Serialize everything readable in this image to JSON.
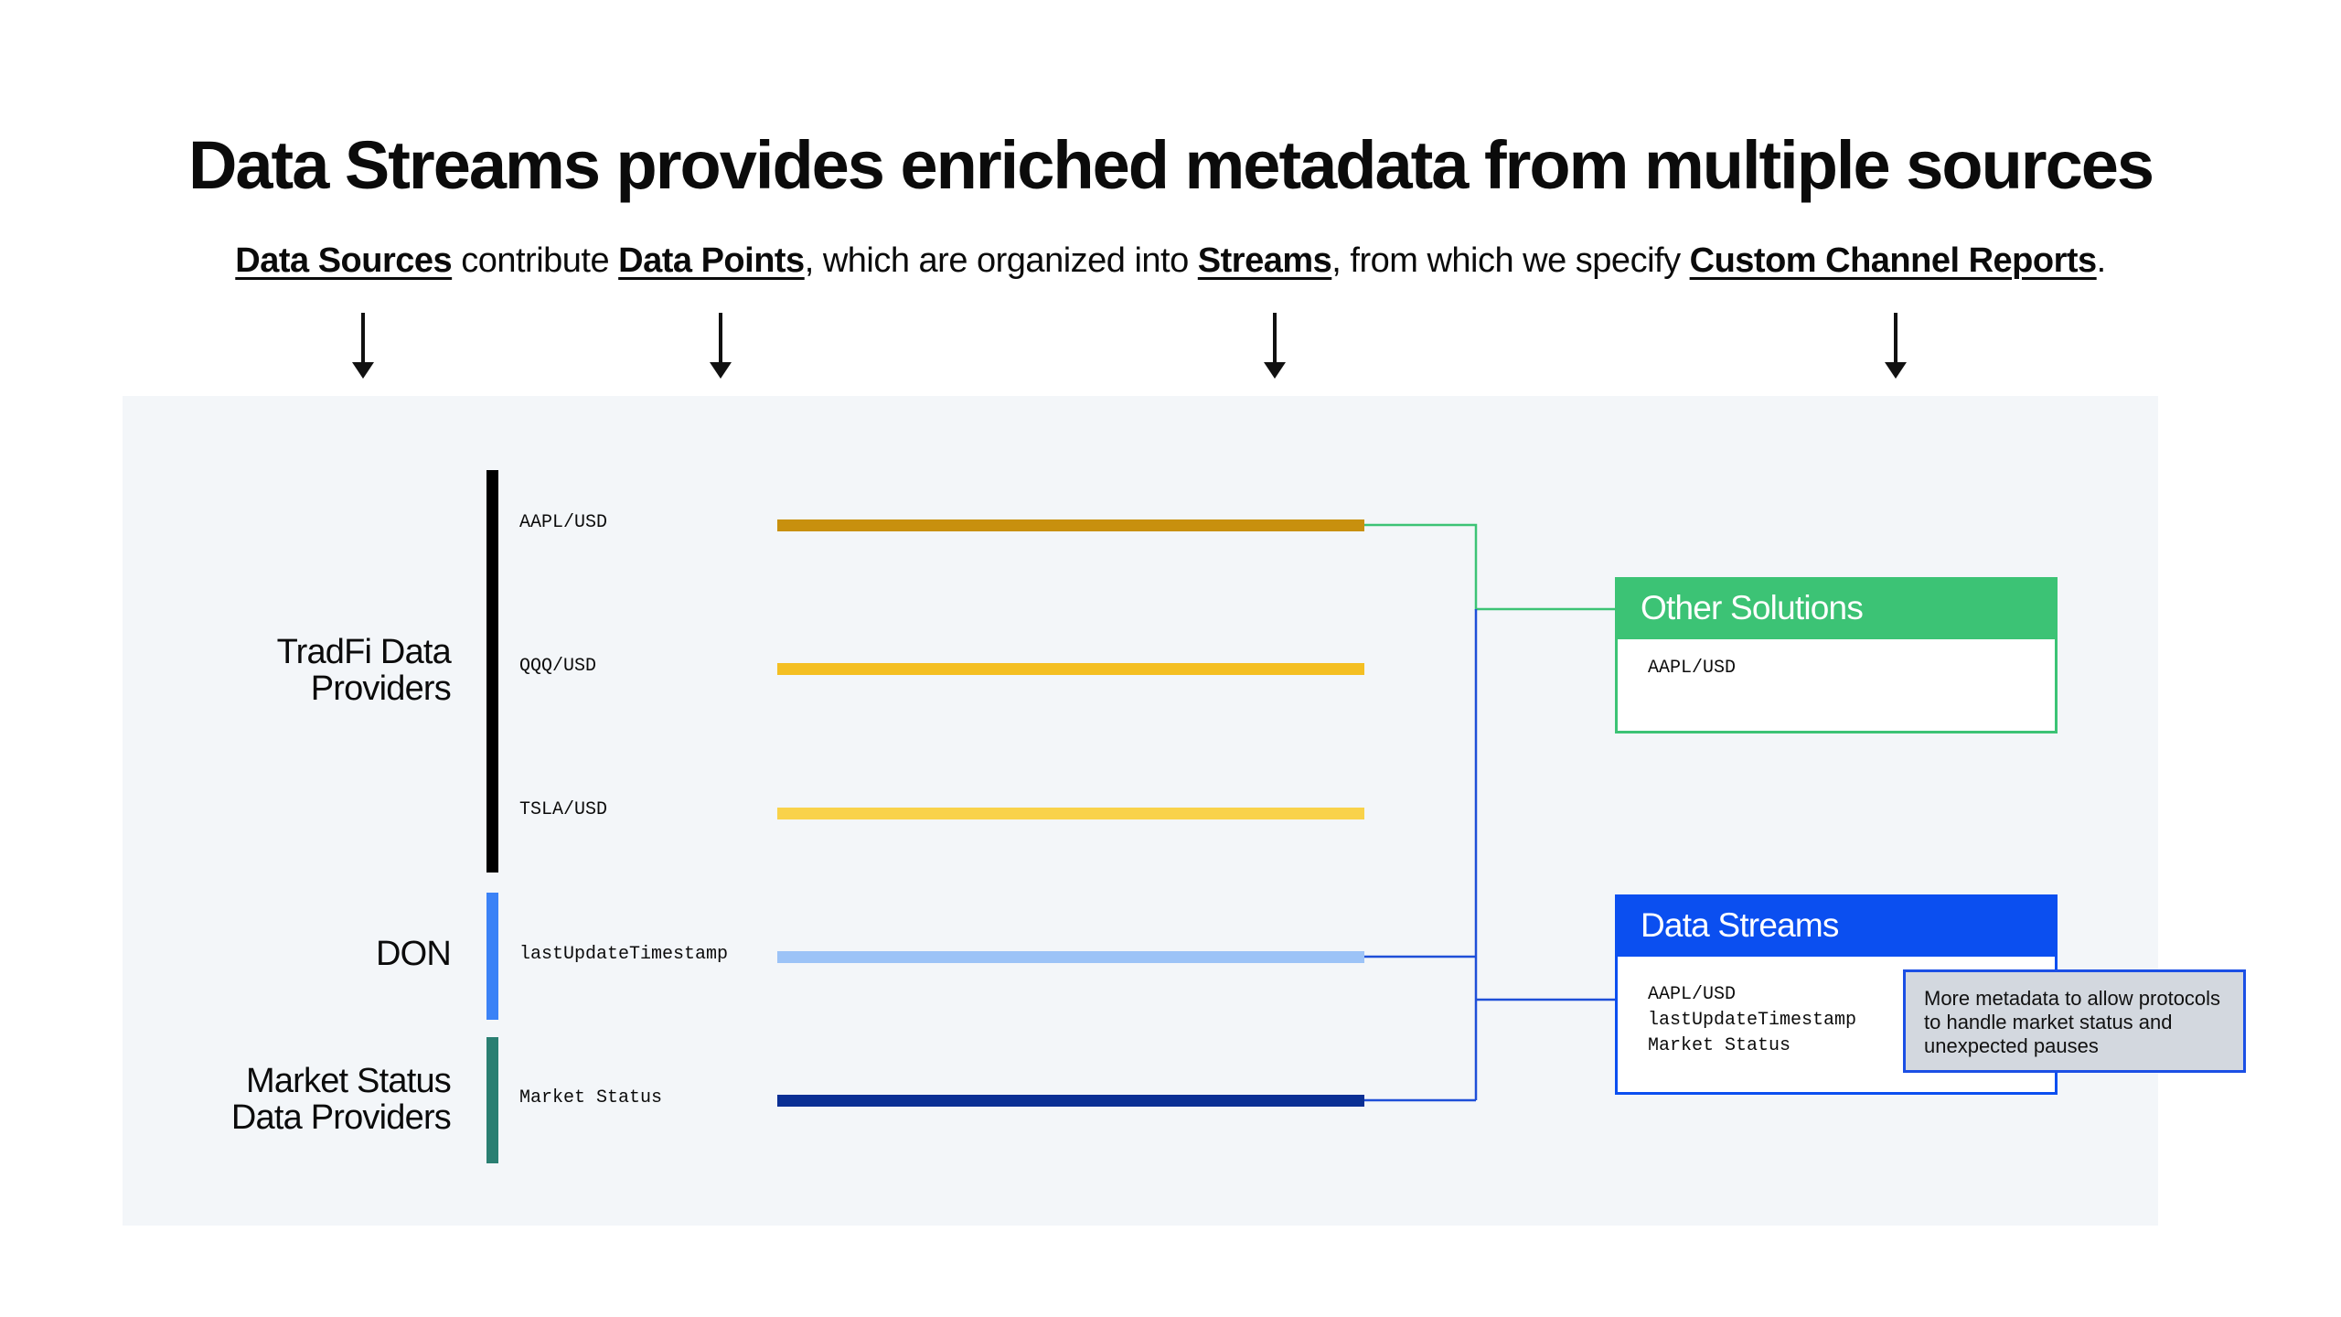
{
  "title": "Data Streams provides enriched metadata from multiple sources",
  "subtitle": {
    "term1": "Data Sources",
    "text1": " contribute ",
    "term2": "Data Points",
    "text2": ", which are organized into ",
    "term3": "Streams",
    "text3": ", from which we specify ",
    "term4": "Custom Channel Reports",
    "text4": "."
  },
  "groups": {
    "tradfi": {
      "line1": "TradFi Data",
      "line2": "Providers",
      "color": "#000000"
    },
    "don": {
      "line1": "DON",
      "color": "#3b82f6"
    },
    "market": {
      "line1": "Market Status",
      "line2": "Data Providers",
      "color": "#2a7f72"
    }
  },
  "data_points": [
    {
      "label": "AAPL/USD",
      "color": "#c8900e"
    },
    {
      "label": "QQQ/USD",
      "color": "#f4bf23"
    },
    {
      "label": "TSLA/USD",
      "color": "#f9d24a"
    },
    {
      "label": "lastUpdateTimestamp",
      "color": "#9cc3f7"
    },
    {
      "label": "Market Status",
      "color": "#0a2f94"
    }
  ],
  "colors": {
    "green": "#3cc375",
    "blue": "#0b4ff0",
    "connector_blue": "#1e4fd8"
  },
  "other_solutions": {
    "header": "Other Solutions",
    "items": [
      "AAPL/USD"
    ]
  },
  "data_streams": {
    "header": "Data Streams",
    "items": [
      "AAPL/USD",
      "lastUpdateTimestamp",
      "Market Status"
    ]
  },
  "callout": {
    "text": "More metadata to allow protocols to handle market status and unexpected pauses"
  }
}
